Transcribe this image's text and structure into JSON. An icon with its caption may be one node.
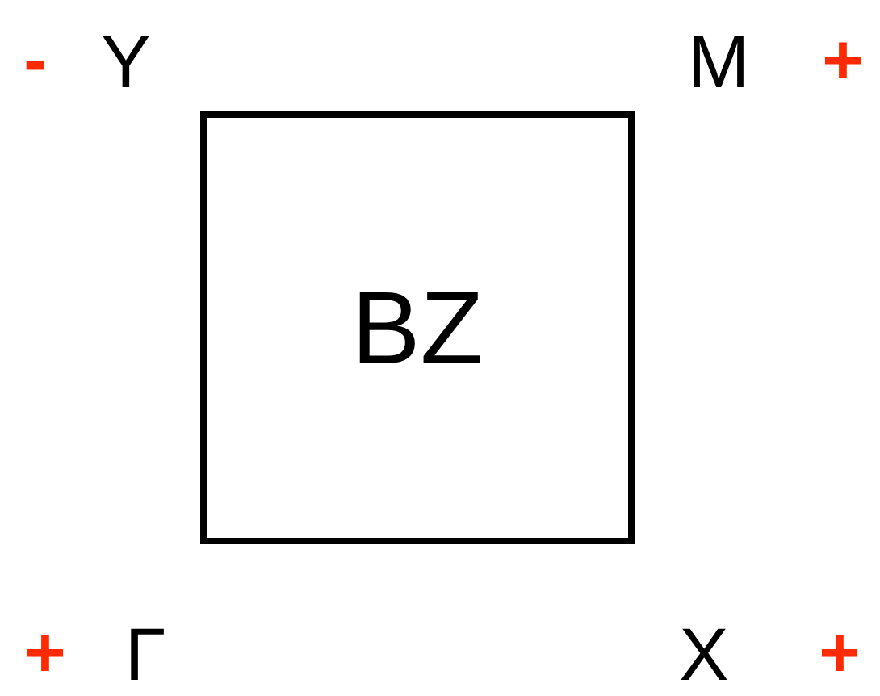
{
  "diagram": {
    "nodes": [
      {
        "text": [
          "BZ"
        ]
      }
    ],
    "labels": [
      "-",
      "Y",
      "M",
      "+",
      "+",
      "Γ",
      "X",
      "+"
    ]
  }
}
